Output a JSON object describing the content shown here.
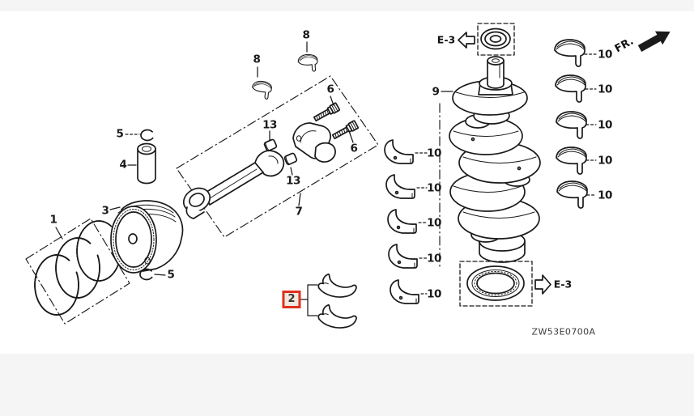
{
  "diagram": {
    "code": "ZW53E0700A",
    "front_label": "FR.",
    "refs": {
      "top": "E-3",
      "bottom": "E-3"
    },
    "selected_callout": "2",
    "colors": {
      "line": "#1a1a1a",
      "page_bg": "#f5f5f5",
      "canvas_bg": "#ffffff",
      "highlight_border": "#e0301e",
      "highlight_fill": "#efe9dd"
    },
    "callouts": [
      {
        "label": "1"
      },
      {
        "label": "3"
      },
      {
        "label": "5"
      },
      {
        "label": "4"
      },
      {
        "label": "5"
      },
      {
        "label": "8"
      },
      {
        "label": "8"
      },
      {
        "label": "6"
      },
      {
        "label": "6"
      },
      {
        "label": "13"
      },
      {
        "label": "13"
      },
      {
        "label": "7"
      },
      {
        "label": "9"
      },
      {
        "label": "10"
      },
      {
        "label": "10"
      },
      {
        "label": "10"
      },
      {
        "label": "10"
      },
      {
        "label": "10"
      },
      {
        "label": "10"
      },
      {
        "label": "10"
      },
      {
        "label": "10"
      },
      {
        "label": "10"
      },
      {
        "label": "10"
      },
      {
        "label": "2",
        "highlighted": true
      }
    ]
  }
}
